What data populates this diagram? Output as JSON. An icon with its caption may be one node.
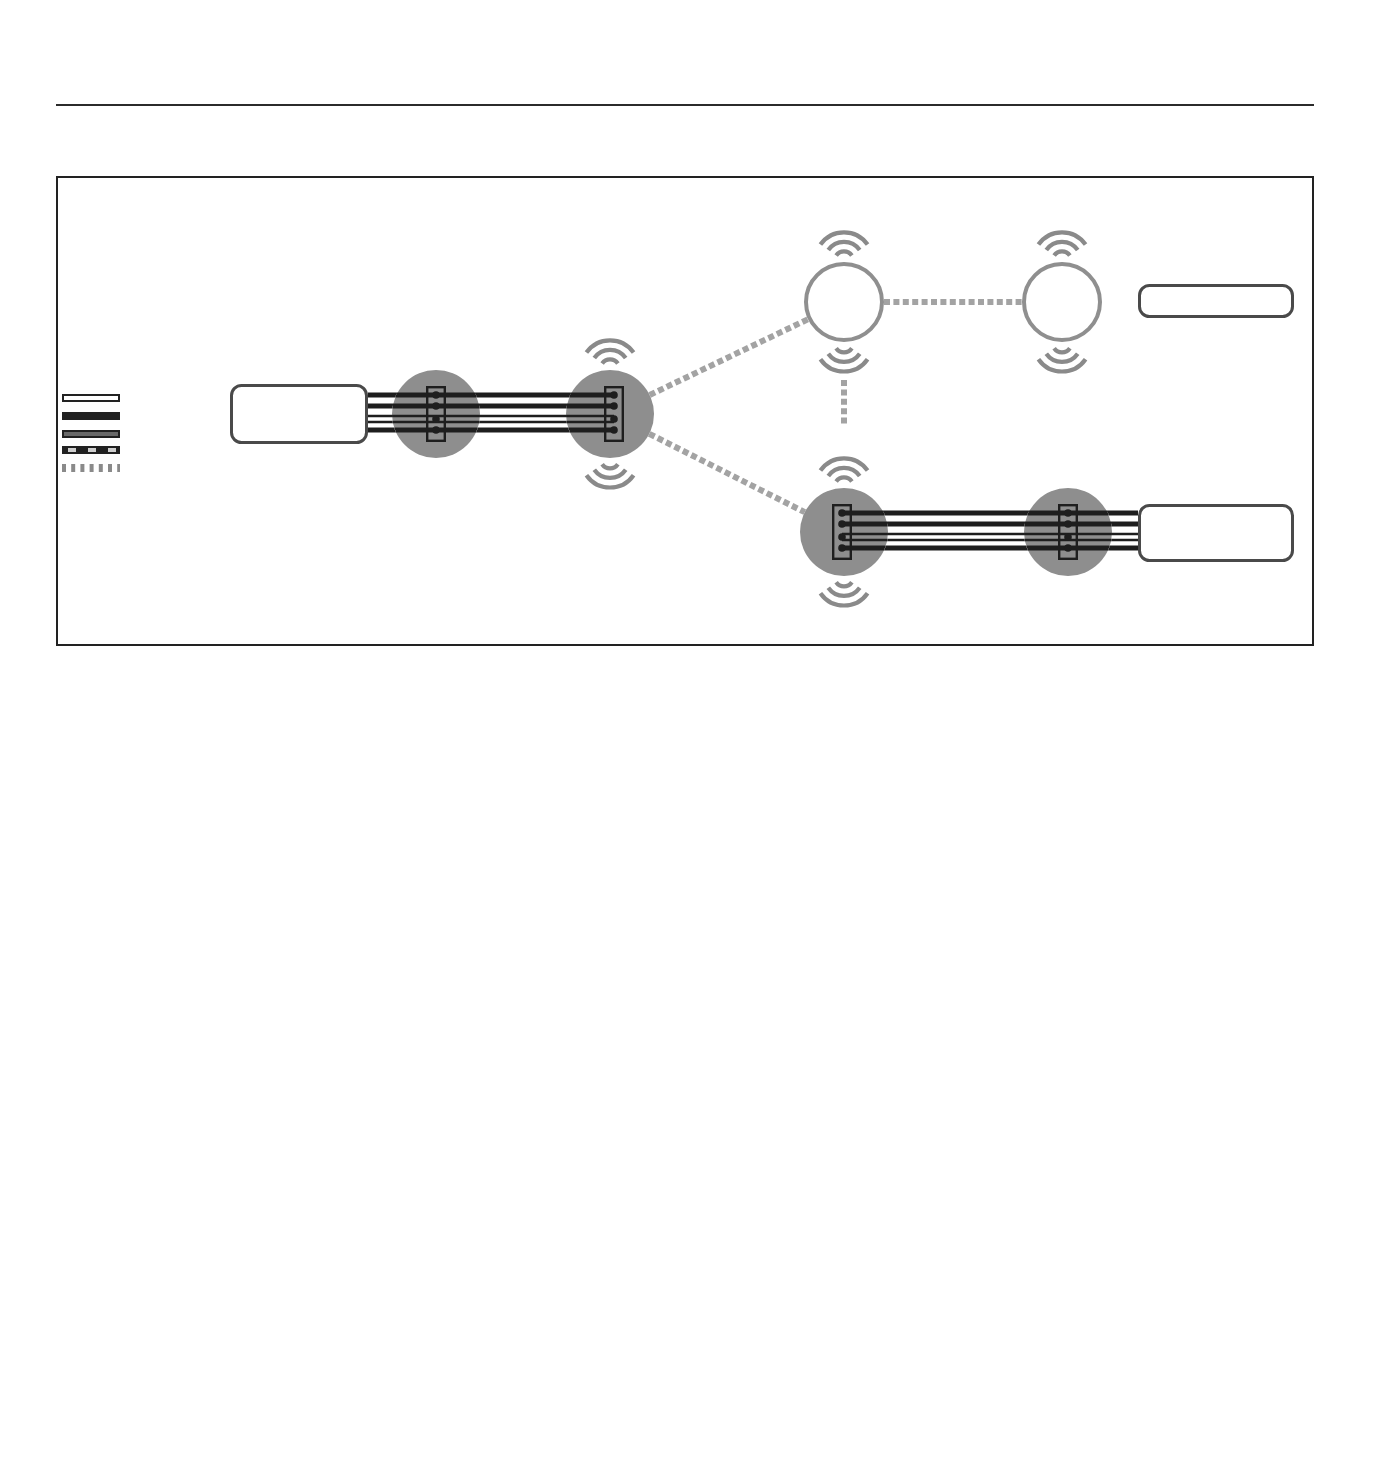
{
  "diagram": {
    "nodes": [
      {
        "text": [],
        "shape": "box"
      },
      {
        "text": [],
        "shape": "circle"
      },
      {
        "text": [],
        "shape": "circle"
      },
      {
        "text": [],
        "shape": "circle"
      },
      {
        "text": [],
        "shape": "circle"
      },
      {
        "text": [],
        "shape": "box"
      },
      {
        "text": [],
        "shape": "circle"
      },
      {
        "text": [],
        "shape": "circle"
      },
      {
        "text": [],
        "shape": "box"
      }
    ],
    "edges": [
      {
        "from": 0,
        "to": 1,
        "arrow": "none"
      },
      {
        "from": 1,
        "to": 2,
        "arrow": "none"
      },
      {
        "from": 2,
        "to": 3,
        "arrow": "none",
        "style": "dashed",
        "color": "#a3a3a3"
      },
      {
        "from": 2,
        "to": 6,
        "arrow": "none",
        "style": "dashed",
        "color": "#a3a3a3"
      },
      {
        "from": 3,
        "to": 4,
        "arrow": "none",
        "style": "dashed",
        "color": "#a3a3a3"
      },
      {
        "from": 3,
        "to": 6,
        "arrow": "none",
        "style": "dashed",
        "color": "#a3a3a3"
      },
      {
        "from": 6,
        "to": 7,
        "arrow": "none"
      },
      {
        "from": 7,
        "to": 8,
        "arrow": "none"
      }
    ]
  }
}
